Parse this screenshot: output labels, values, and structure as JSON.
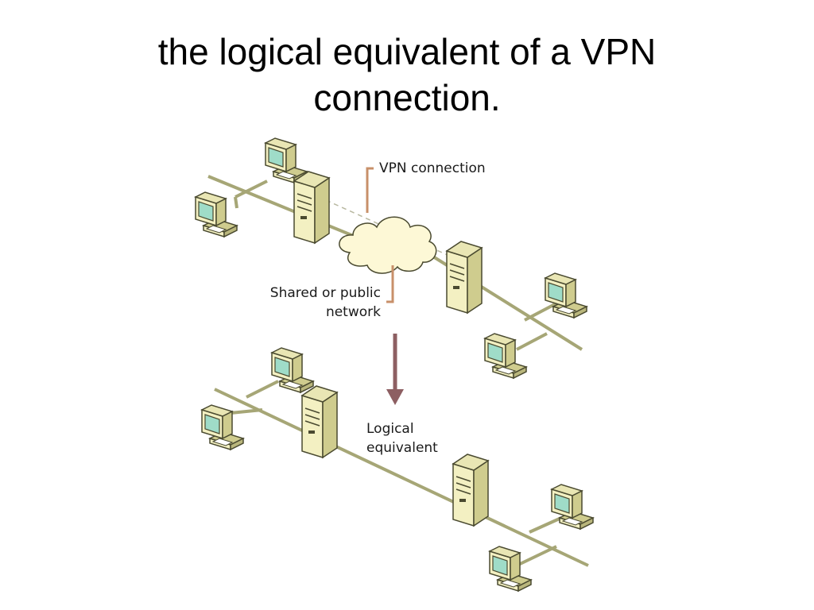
{
  "slide": {
    "title_line1": "the logical equivalent of a VPN",
    "title_line2": "connection."
  },
  "diagram": {
    "vpn_label": "VPN connection",
    "shared_line1": "Shared or public",
    "shared_line2": "network",
    "logical_line1": "Logical",
    "logical_line2": "equivalent"
  },
  "colors": {
    "network_line": "#a6a676",
    "device_fill": "#f3f0c2",
    "device_side": "#cfcc8e",
    "device_stroke": "#4a4a30",
    "screen": "#9fdcc8",
    "cloud_fill": "#fdf8d6",
    "bracket": "#c8906a",
    "arrow": "#8d5f62"
  }
}
